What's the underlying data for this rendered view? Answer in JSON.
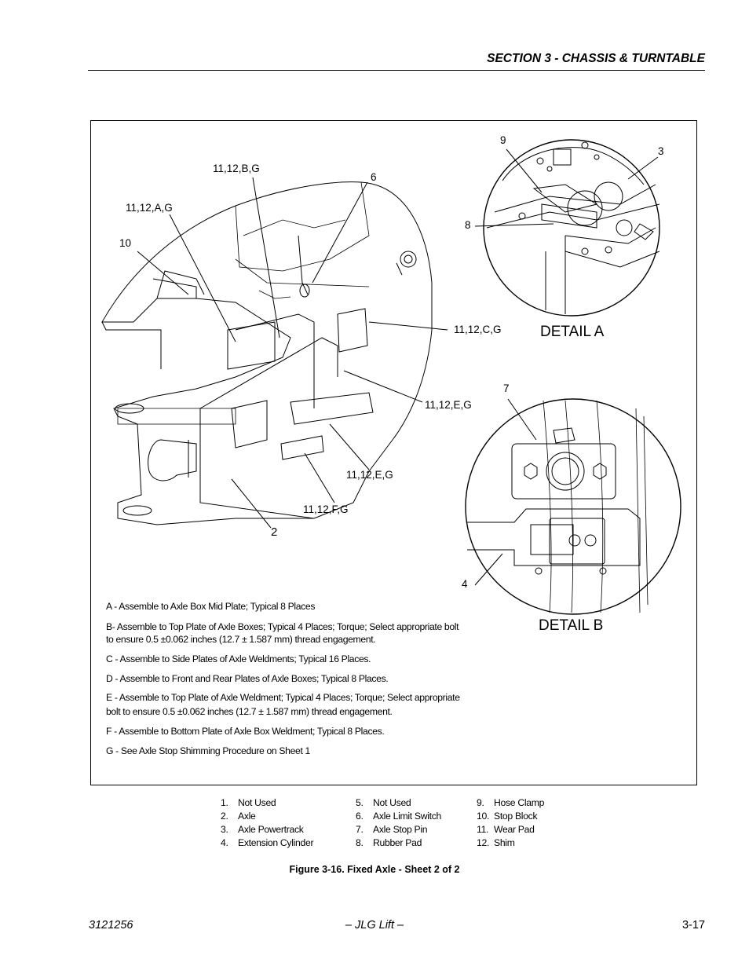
{
  "header": {
    "section_title": "SECTION 3 - CHASSIS & TURNTABLE"
  },
  "callouts": {
    "c_11_12_b_g": "11,12,B,G",
    "c_6": "6",
    "c_11_12_a_g": "11,12,A,G",
    "c_10": "10",
    "c_11_12_c_g": "11,12,C,G",
    "c_11_12_e_g_right": "11,12,E,G",
    "c_11_12_e_g_lower": "11,12,E,G",
    "c_11_12_f_g": "11,12,F,G",
    "c_2": "2",
    "c_9": "9",
    "c_3": "3",
    "c_8": "8",
    "c_7": "7",
    "c_4": "4"
  },
  "details": {
    "detail_a": "DETAIL A",
    "detail_b": "DETAIL B"
  },
  "notes": {
    "a": "A - Assemble to Axle Box Mid Plate; Typical 8 Places",
    "b1": "B- Assemble to Top Plate of Axle Boxes; Typical 4 Places; Torque; Select appropriate bolt",
    "b2": "to ensure 0.5 ±0.062 inches (12.7 ± 1.587 mm) thread engagement.",
    "c": "C - Assemble to Side Plates of Axle Weldments; Typical 16 Places.",
    "d": "D - Assemble to Front and Rear Plates of Axle Boxes; Typical 8 Places.",
    "e1": "E - Assemble to Top Plate of Axle Weldment; Typical 4 Places; Torque; Select appropriate",
    "e2": "bolt to ensure 0.5 ±0.062 inches (12.7 ± 1.587 mm) thread engagement.",
    "f": "F - Assemble to Bottom Plate of Axle Box Weldment; Typical 8 Places.",
    "g": "G - See Axle Stop Shimming Procedure on Sheet 1"
  },
  "legend": [
    {
      "num": "1.",
      "label": "Not Used"
    },
    {
      "num": "2.",
      "label": "Axle"
    },
    {
      "num": "3.",
      "label": "Axle Powertrack"
    },
    {
      "num": "4.",
      "label": "Extension Cylinder"
    },
    {
      "num": "5.",
      "label": "Not Used"
    },
    {
      "num": "6.",
      "label": "Axle Limit Switch"
    },
    {
      "num": "7.",
      "label": "Axle Stop Pin"
    },
    {
      "num": "8.",
      "label": "Rubber Pad"
    },
    {
      "num": "9.",
      "label": "Hose Clamp"
    },
    {
      "num": "10.",
      "label": "Stop Block"
    },
    {
      "num": "11.",
      "label": "Wear Pad"
    },
    {
      "num": "12.",
      "label": "Shim"
    }
  ],
  "caption": "Figure 3-16.  Fixed Axle - Sheet 2 of 2",
  "footer": {
    "doc_number": "3121256",
    "center": "– JLG Lift –",
    "page": "3-17"
  }
}
